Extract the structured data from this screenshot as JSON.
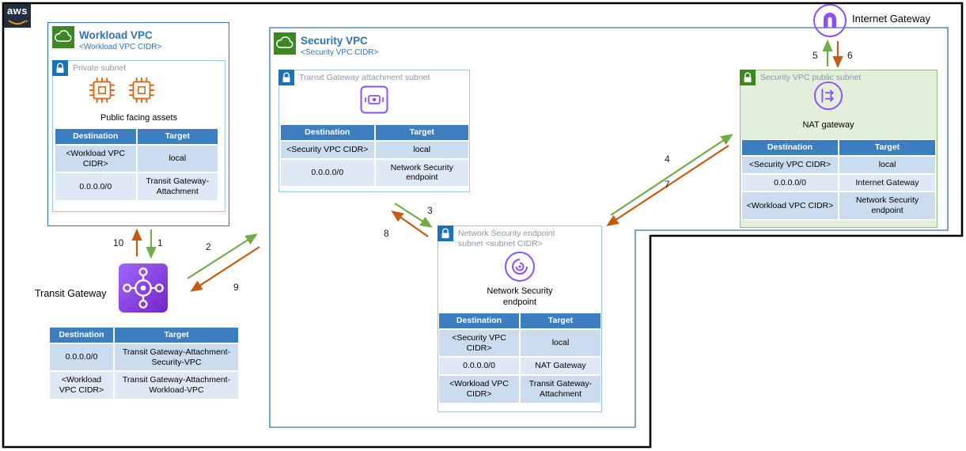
{
  "diagram": {
    "aws_logo_text": "aws",
    "internet_gateway_label": "Internet Gateway",
    "transit_gateway_label": "Transit Gateway",
    "workload_vpc": {
      "title": "Workload VPC",
      "cidr": "<Workload VPC CIDR>",
      "private_subnet": {
        "title": "Private subnet",
        "assets_label": "Public facing assets",
        "table": {
          "headers": {
            "destination": "Destination",
            "target": "Target"
          },
          "rows": [
            {
              "destination": "<Workload VPC CIDR>",
              "target": "local"
            },
            {
              "destination": "0.0.0.0/0",
              "target": "Transit Gateway-Attachment"
            }
          ]
        }
      }
    },
    "security_vpc": {
      "title": "Security VPC",
      "cidr": "<Security VPC CIDR>",
      "tgw_attachment_subnet": {
        "title": "Transit Gateway attachment subnet",
        "table": {
          "headers": {
            "destination": "Destination",
            "target": "Target"
          },
          "rows": [
            {
              "destination": "<Security VPC CIDR>",
              "target": "local"
            },
            {
              "destination": "0.0.0.0/0",
              "target": "Network Security endpoint"
            }
          ]
        }
      },
      "ns_endpoint_subnet": {
        "title": "Network Security endpoint subnet <subnet CIDR>",
        "endpoint_label": "Network Security endpoint",
        "table": {
          "headers": {
            "destination": "Destination",
            "target": "Target"
          },
          "rows": [
            {
              "destination": "<Security VPC CIDR>",
              "target": "local"
            },
            {
              "destination": "0.0.0.0/0",
              "target": "NAT Gateway"
            },
            {
              "destination": "<Workload VPC CIDR>",
              "target": "Transit Gateway-Attachment"
            }
          ]
        }
      },
      "public_subnet": {
        "title": "Security VPC public subnet",
        "nat_label": "NAT gateway",
        "table": {
          "headers": {
            "destination": "Destination",
            "target": "Target"
          },
          "rows": [
            {
              "destination": "<Security VPC CIDR>",
              "target": "local"
            },
            {
              "destination": "0.0.0.0/0",
              "target": "Internet Gateway"
            },
            {
              "destination": "<Workload VPC CIDR>",
              "target": "Network Security endpoint"
            }
          ]
        }
      }
    },
    "transit_gateway_table": {
      "headers": {
        "destination": "Destination",
        "target": "Target"
      },
      "rows": [
        {
          "destination": "0.0.0.0/0",
          "target": "Transit Gateway-Attachment-Security-VPC"
        },
        {
          "destination": "<Workload VPC CIDR>",
          "target": "Transit Gateway-Attachment-Workload-VPC"
        }
      ]
    },
    "flow_steps": {
      "s1": "1",
      "s2": "2",
      "s3": "3",
      "s4": "4",
      "s5": "5",
      "s6": "6",
      "s7": "7",
      "s8": "8",
      "s9": "9",
      "s10": "10"
    },
    "colors": {
      "forward_arrow": "#70AD47",
      "return_arrow": "#C55A11",
      "table_header": "#3C7EC0",
      "row_dark": "#CBDCEF",
      "row_light": "#DFE9F6",
      "vpc_title": "#2E75B6",
      "aws_purple": "#8C4FFF",
      "subnet_green_fill": "#E3EFDA",
      "asset_orange": "#D86613",
      "logo_navy": "#232F3E"
    }
  }
}
